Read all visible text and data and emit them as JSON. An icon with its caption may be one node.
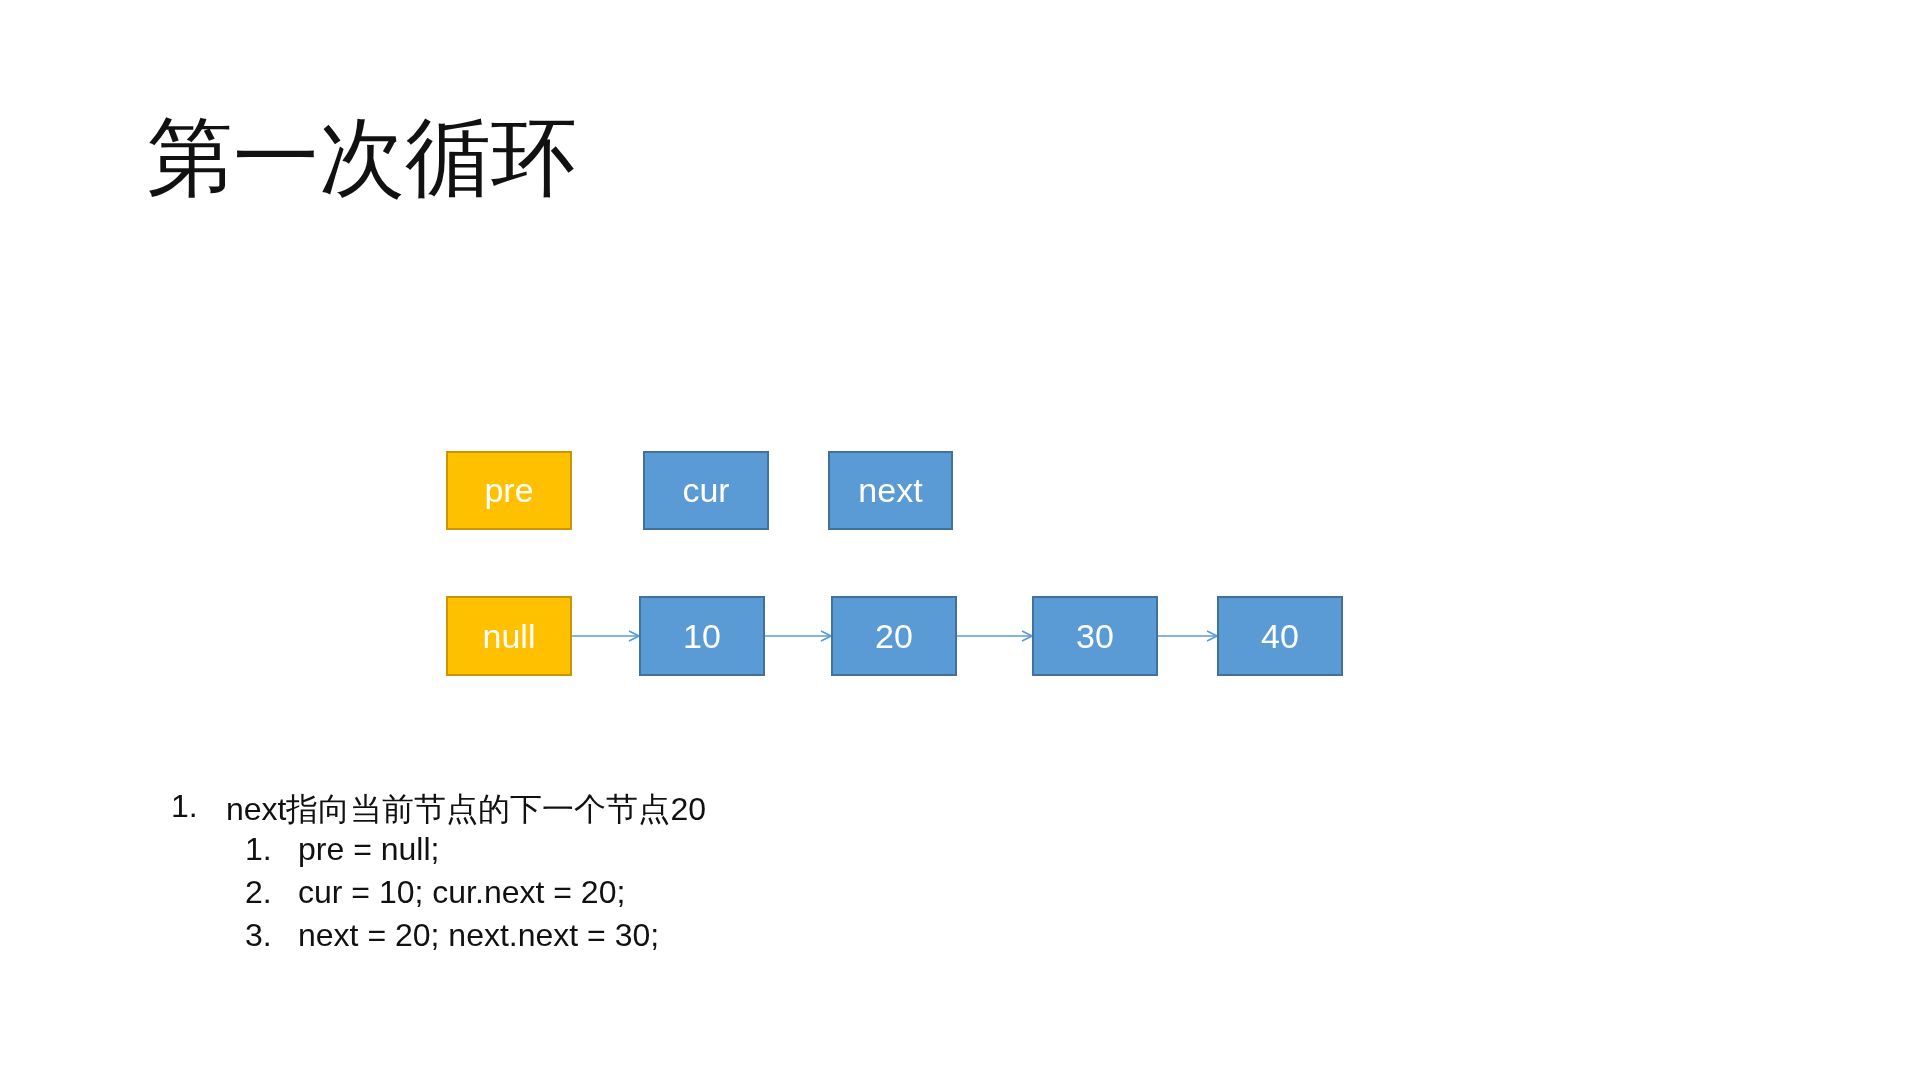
{
  "diagram": {
    "title": "第一次循环",
    "nodes": [
      {
        "text": [
          "pre"
        ]
      },
      {
        "text": [
          "cur"
        ]
      },
      {
        "text": [
          "next"
        ]
      },
      {
        "text": [
          "null"
        ]
      },
      {
        "text": [
          "10"
        ]
      },
      {
        "text": [
          "20"
        ]
      },
      {
        "text": [
          "30"
        ]
      },
      {
        "text": [
          "40"
        ]
      }
    ],
    "edges": [
      {
        "from": 3,
        "to": 4,
        "arrow": "to"
      },
      {
        "from": 4,
        "to": 5,
        "arrow": "to"
      },
      {
        "from": 5,
        "to": 6,
        "arrow": "to"
      },
      {
        "from": 6,
        "to": 7,
        "arrow": "to"
      }
    ],
    "labels": [
      "1.",
      "next指向当前节点的下一个节点20",
      "1.",
      "pre = null;",
      "2.",
      "cur = 10; cur.next = 20;",
      "3.",
      "next = 20; next.next = 30;"
    ]
  }
}
